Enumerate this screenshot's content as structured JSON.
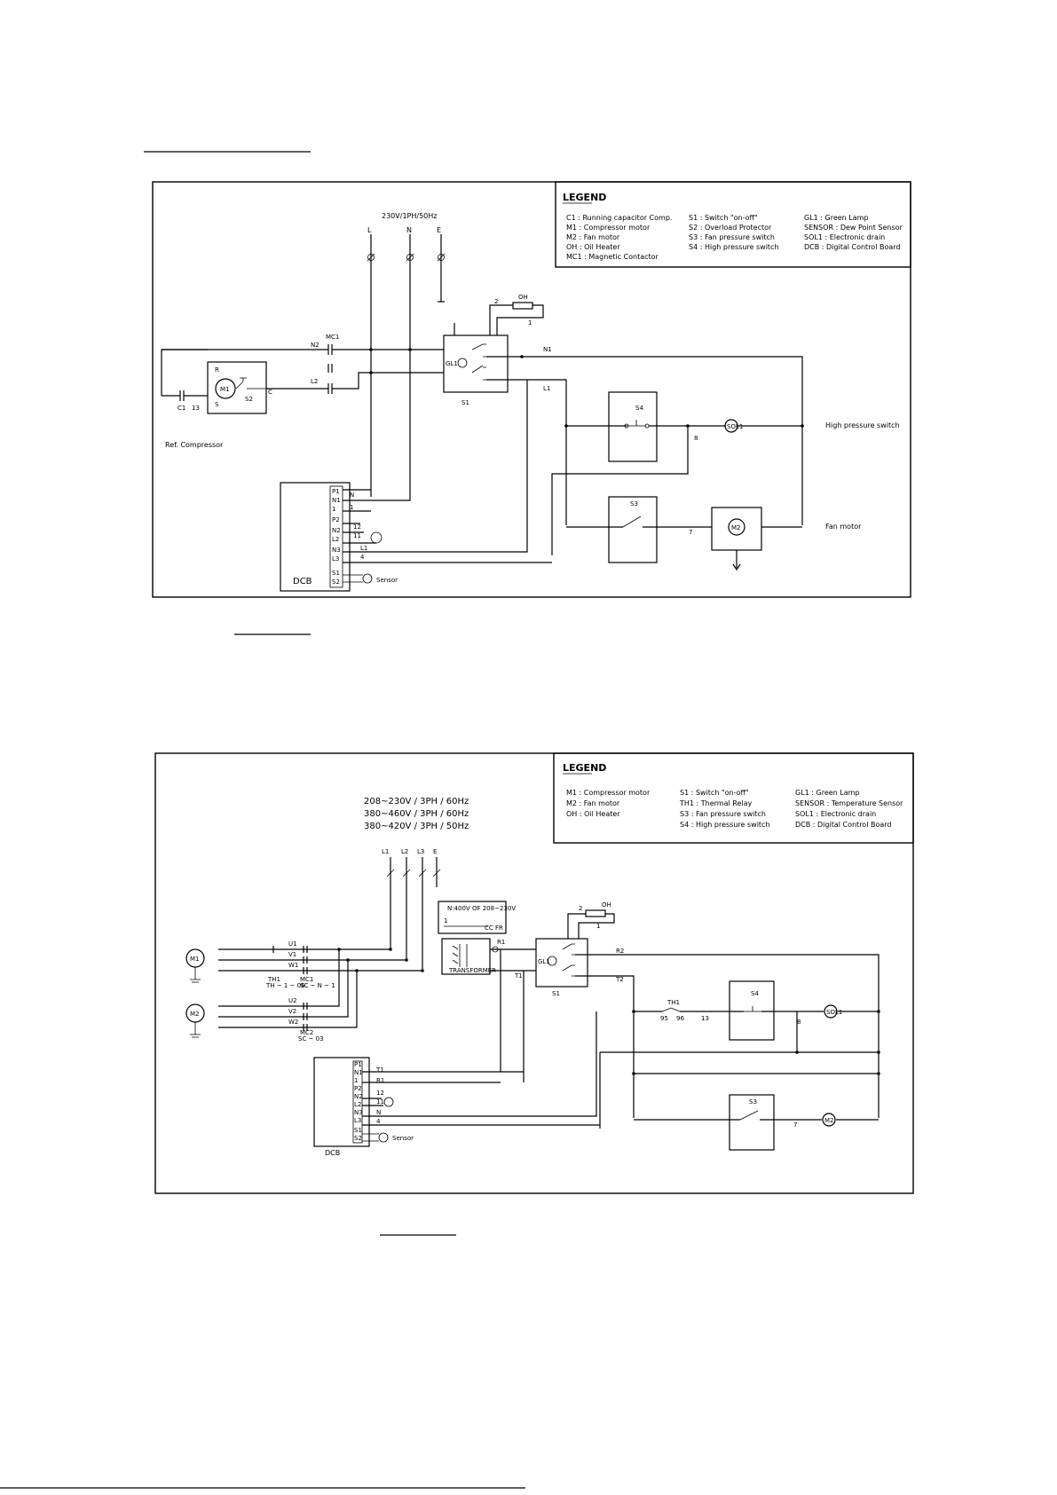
{
  "diagram1": {
    "supply": "230V/1PH/50Hz",
    "terminals": [
      "L",
      "N",
      "E"
    ],
    "legend": {
      "title": "LEGEND",
      "col1": [
        "C1 : Running capacitor Comp.",
        "M1 : Compressor motor",
        "M2 : Fan motor",
        "OH : Oil Heater",
        "MC1 : Magnetic Contactor"
      ],
      "col2": [
        "S1 : Switch \"on-off\"",
        "S2 : Overload Protector",
        "S3 : Fan pressure switch",
        "S4 : High pressure switch"
      ],
      "col3": [
        "GL1 : Green Lamp",
        "SENSOR : Dew Point Sensor",
        "SOL1 : Electronic drain",
        "DCB : Digital Control Board"
      ]
    },
    "labels": {
      "mc1": "MC1",
      "n2": "N2",
      "l2": "L2",
      "m1": "M1",
      "s2": "S2",
      "c1": "C1",
      "c1num": "13",
      "r": "R",
      "s": "S",
      "c": "C",
      "ref_compressor": "Ref. Compressor",
      "oh": "OH",
      "oh2": "2",
      "oh1": "1",
      "gl1": "GL1",
      "s1": "S1",
      "n1": "N1",
      "l1": "L1",
      "s4": "S4",
      "s3": "S3",
      "m2": "M2",
      "sol1": "SOL1",
      "n8": "8",
      "n7": "7",
      "high_pressure_switch": "High pressure switch",
      "fan_motor": "Fan motor",
      "dcb": "DCB",
      "sensor": "Sensor",
      "w12": "12",
      "w11": "11",
      "wN": "N",
      "w4": "4",
      "wL1": "L1",
      "w1": "1"
    },
    "dcb_terminals": [
      "P1",
      "N1",
      "1",
      "P2",
      "N2",
      "L2",
      "N3",
      "L3",
      "S1",
      "S2"
    ]
  },
  "diagram2": {
    "supply": [
      "208~230V / 3PH / 60Hz",
      "380~460V / 3PH / 60Hz",
      "380~420V / 3PH / 50Hz"
    ],
    "terminals": [
      "L1",
      "L2",
      "L3",
      "E"
    ],
    "legend": {
      "title": "LEGEND",
      "col1": [
        "M1 : Compressor motor",
        "M2 : Fan motor",
        "OH : Oil Heater"
      ],
      "col2": [
        "S1 : Switch \"on-off\"",
        "TH1 : Thermal Relay",
        "S3 : Fan pressure switch",
        "S4 : High pressure switch"
      ],
      "col3": [
        "GL1 : Green Lamp",
        "SENSOR : Temperature Sensor",
        "SOL1 : Electronic drain",
        "DCB : Digital Control Board"
      ]
    },
    "labels": {
      "u1": "U1",
      "v1": "V1",
      "w1": "W1",
      "m1": "M1",
      "m2": "M2",
      "u2": "U2",
      "v2": "V2",
      "w2": "W2",
      "th1": "TH1",
      "th1sub": "TH ~ 1 ~ 06",
      "mc1": "MC1",
      "mc1sub": "SC ~ N ~ 1",
      "mc2": "MC2",
      "mc2sub": "SC ~ 03",
      "note1": "N:400V OF 208~230V",
      "note2": "1",
      "note3": "CC FR",
      "tr": "TRANSFORMER",
      "r1": "R1",
      "t1": "T1",
      "oh": "OH",
      "oh2": "2",
      "oh1": "1",
      "gl1": "GL1",
      "s1": "S1",
      "r2": "R2",
      "t2": "T2",
      "th1b": "TH1",
      "n95": "95",
      "n96": "96",
      "n13": "13",
      "s4": "S4",
      "s3": "S3",
      "sol1": "SOL1",
      "m2b": "M2",
      "n8": "8",
      "n7": "7",
      "dcb": "DCB",
      "sensor": "Sensor",
      "w12": "12",
      "w11": "11",
      "wN": "N",
      "w4": "4",
      "wT1": "T1",
      "wR1": "R1"
    },
    "dcb_terminals": [
      "P1",
      "N1",
      "1",
      "P2",
      "N2",
      "L2",
      "N3",
      "L3",
      "S1",
      "S2"
    ]
  }
}
